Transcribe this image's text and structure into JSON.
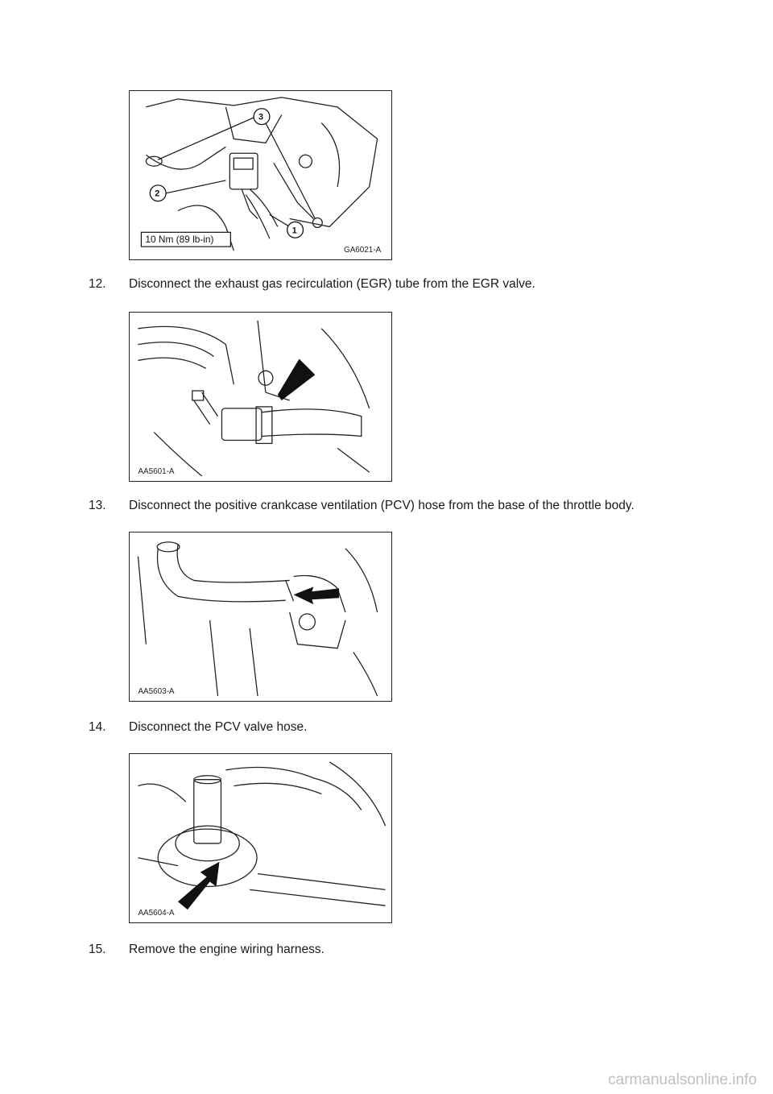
{
  "figures": [
    {
      "code": "GA6021-A",
      "callouts": [
        "1",
        "2",
        "3"
      ],
      "torque_label": "10 Nm (89 lb-in)"
    },
    {
      "code": "AA5601-A"
    },
    {
      "code": "AA5603-A"
    },
    {
      "code": "AA5604-A"
    }
  ],
  "steps": [
    {
      "number": "12.",
      "text": "Disconnect the exhaust gas recirculation (EGR) tube from the EGR valve."
    },
    {
      "number": "13.",
      "text": "Disconnect the positive crankcase ventilation (PCV) hose from the base of the throttle body."
    },
    {
      "number": "14.",
      "text": "Disconnect the PCV valve hose."
    },
    {
      "number": "15.",
      "text": "Remove the engine wiring harness."
    }
  ],
  "watermark": "carmanualsonline.info"
}
